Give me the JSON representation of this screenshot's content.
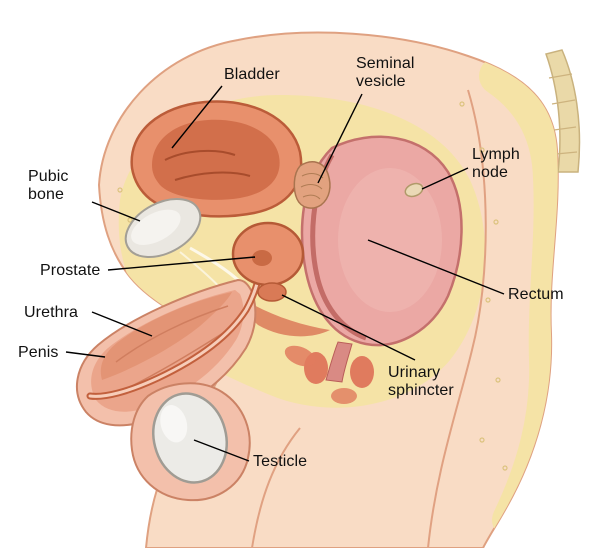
{
  "figure": {
    "description": "Side-view cross-section of the male pelvis",
    "labels": {
      "bladder": "Bladder",
      "seminal_vesicle": "Seminal\nvesicle",
      "lymph_node": "Lymph\nnode",
      "pubic_bone": "Pubic\nbone",
      "prostate": "Prostate",
      "rectum": "Rectum",
      "urethra": "Urethra",
      "penis": "Penis",
      "urinary_sphincter": "Urinary\nsphincter",
      "testicle": "Testicle"
    },
    "colors": {
      "background": "#ffffff",
      "skin": "#f9dcc5",
      "skin_outline": "#dfa181",
      "fat": "#f5e3a6",
      "organ_coral": "#e8906c",
      "organ_coral_dark": "#bb5c39",
      "rectum_pink": "#eba8a4",
      "bone": "#eae7e1",
      "testicle": "#ecebe7",
      "leader_line": "#000000",
      "label_text": "#111111"
    }
  }
}
